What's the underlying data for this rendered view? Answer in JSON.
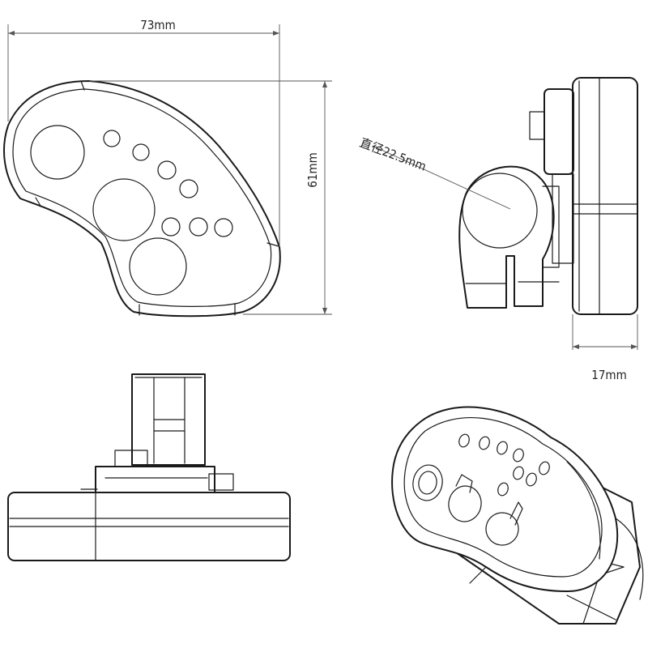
{
  "dimensions": {
    "width": "73mm",
    "height": "61mm",
    "diameter": "直径22.5mm",
    "depth": "17mm"
  }
}
